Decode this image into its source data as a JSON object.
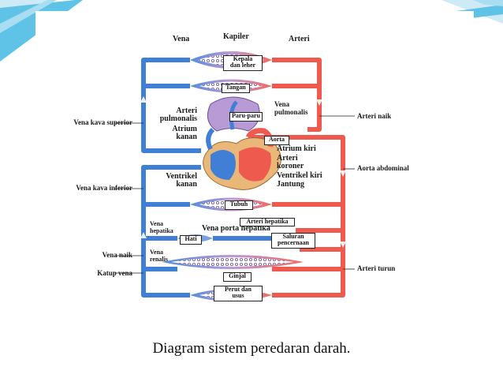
{
  "caption": "Diagram sistem peredaran darah.",
  "colors": {
    "vein": "#3f7fd6",
    "artery": "#ee5a4e",
    "accent_bar": "#5ec3e6",
    "accent_bar_light": "#a9def2"
  },
  "labels": {
    "vena": "Vena",
    "kapiler": "Kapiler",
    "arteri": "Arteri",
    "vena_kava_superior": "Vena kava superior",
    "arteri_naik": "Arteri naik",
    "arteri_pulmonalis_1": "Arteri",
    "arteri_pulmonalis_2": "pulmonalis",
    "atrium_kanan_1": "Atrium",
    "atrium_kanan_2": "kanan",
    "vena_pulmonalis_1": "Vena",
    "vena_pulmonalis_2": "pulmonalis",
    "atrium_kiri": "Atrium kiri",
    "arteri_koroner_1": "Arteri",
    "arteri_koroner_2": "koroner",
    "aorta_abdominal": "Aorta abdominal",
    "ventrikel_kanan_1": "Ventrikel",
    "ventrikel_kanan_2": "kanan",
    "ventrikel_kiri": "Ventrikel kiri",
    "jantung": "Jantung",
    "vena_kava_inferior": "Vena kava inferior",
    "vena_hepatika_1": "Vena",
    "vena_hepatika_2": "hepatika",
    "vena_porta_hepatika": "Vena porta hepatika",
    "vena_naik": "Vena naik",
    "vena_renalis_1": "Vena",
    "vena_renalis_2": "renalis",
    "arteri_turun": "Arteri turun",
    "katup_vena": "Katup vena"
  },
  "boxes": {
    "kepala_1": "Kepala",
    "kepala_2": "dan leher",
    "tangan": "Tangan",
    "paru": "Paru-paru",
    "aorta": "Aorta",
    "tubuh": "Tubuh",
    "arteri_hepatika": "Arteri hepatika",
    "hati": "Hati",
    "saluran_1": "Saluran",
    "saluran_2": "pencernaan",
    "ginjal": "Ginjal",
    "perut_1": "Perut dan",
    "perut_2": "usus"
  }
}
